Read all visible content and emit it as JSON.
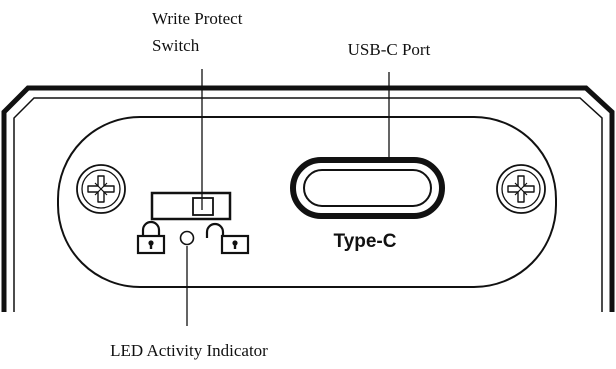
{
  "callouts": {
    "write_protect_line1": "Write Protect",
    "write_protect_line2": "Switch",
    "usb_c_port": "USB-C Port",
    "led_indicator": "LED Activity Indicator"
  },
  "port_label": "Type-C",
  "icons": {
    "locked": "padlock-locked-icon",
    "unlocked": "padlock-unlocked-icon",
    "screw": "phillips-screw-icon"
  },
  "colors": {
    "line": "#111111",
    "background": "#ffffff"
  }
}
